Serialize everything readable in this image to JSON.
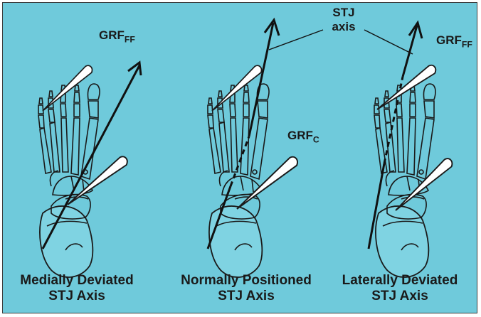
{
  "labels": {
    "grf_ff_base": "GRF",
    "grf_ff_sub": "FF",
    "grf_c_base": "GRF",
    "grf_c_sub": "C",
    "stj_line1": "STJ",
    "stj_line2": "axis"
  },
  "captions": [
    {
      "line1": "Medially Deviated",
      "line2": "STJ Axis"
    },
    {
      "line1": "Normally Positioned",
      "line2": "STJ Axis"
    },
    {
      "line1": "Laterally Deviated",
      "line2": "STJ Axis"
    }
  ],
  "colors": {
    "background": "#6fcadb",
    "outline": "#1a1a1a",
    "force_vector_fill": "#ffffff"
  }
}
